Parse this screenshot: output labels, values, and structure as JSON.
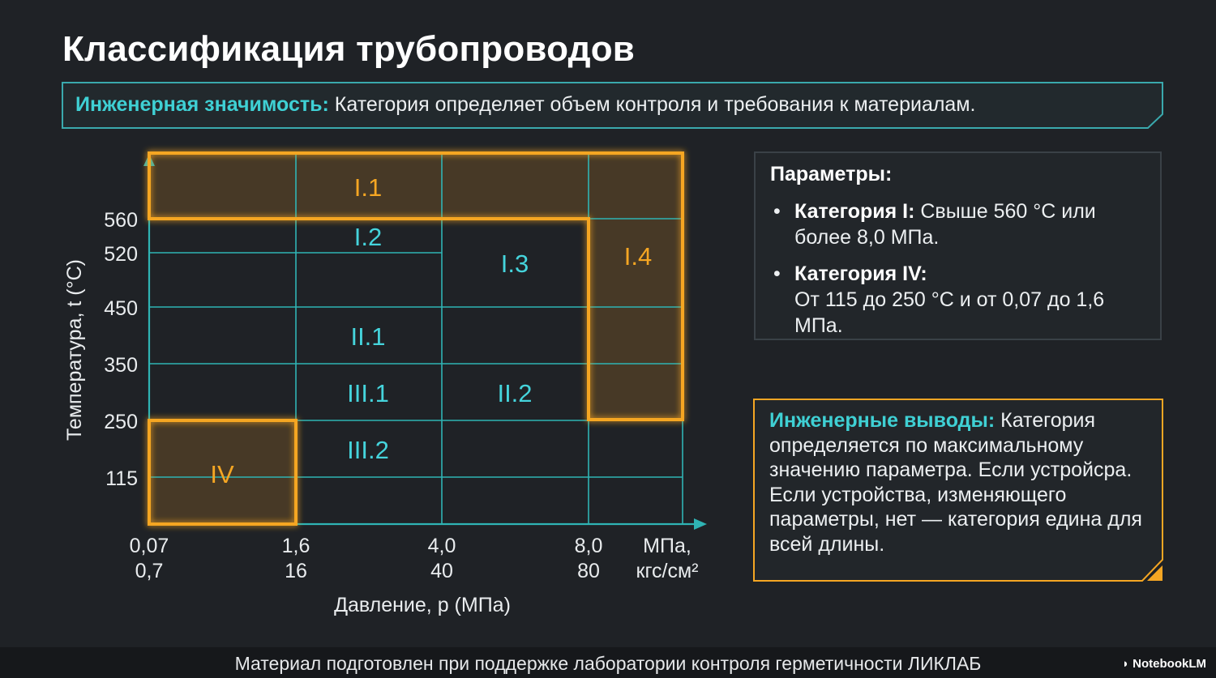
{
  "page": {
    "title": "Классификация трубопроводов"
  },
  "banner": {
    "label": "Инженерная значимость:",
    "text": " Категория определяет объем контроля и требования к материалам."
  },
  "diagram": {
    "y_axis_label": "Температура, t (°C)",
    "x_axis_label": "Давление, p (МПа)",
    "y_ticks": [
      "560",
      "520",
      "450",
      "350",
      "250",
      "115"
    ],
    "x_ticks": [
      {
        "mpa": "0,07",
        "kgf": "0,7"
      },
      {
        "mpa": "1,6",
        "kgf": "16"
      },
      {
        "mpa": "4,0",
        "kgf": "40"
      },
      {
        "mpa": "8,0",
        "kgf": "80"
      }
    ],
    "x_unit_line1": "МПа,",
    "x_unit_line2": "кгс/см²",
    "categories": {
      "c_I1": "I.1",
      "c_I2": "I.2",
      "c_I3": "I.3",
      "c_I4": "I.4",
      "c_II1": "II.1",
      "c_II2": "II.2",
      "c_III1": "III.1",
      "c_III2": "III.2",
      "c_IV": "IV"
    },
    "colors": {
      "grid": "#2fb4b4",
      "highlight": "#f5a623",
      "cyan_label": "#45d4dc",
      "orange_label": "#f5a623"
    }
  },
  "params": {
    "title": "Параметры:",
    "items": [
      {
        "head": "Категория I:",
        "text": " Свыше 560 °С или более 8,0 МПа."
      },
      {
        "head": "Категория IV:",
        "text": "От 115 до 250 °С и от 0,07 до 1,6 МПа."
      }
    ]
  },
  "conclusions": {
    "label": "Инженерные выводы:",
    "text": " Категория определяется по максимальному значению параметра. Если устройсра. Если устройства, изменяющего параметры, нет — категория едина для всей длины."
  },
  "footer": {
    "text": "Материал подготовлен при поддержке лаборатории контроля герметичности ЛИКЛАБ",
    "brand": "NotebookLM"
  }
}
